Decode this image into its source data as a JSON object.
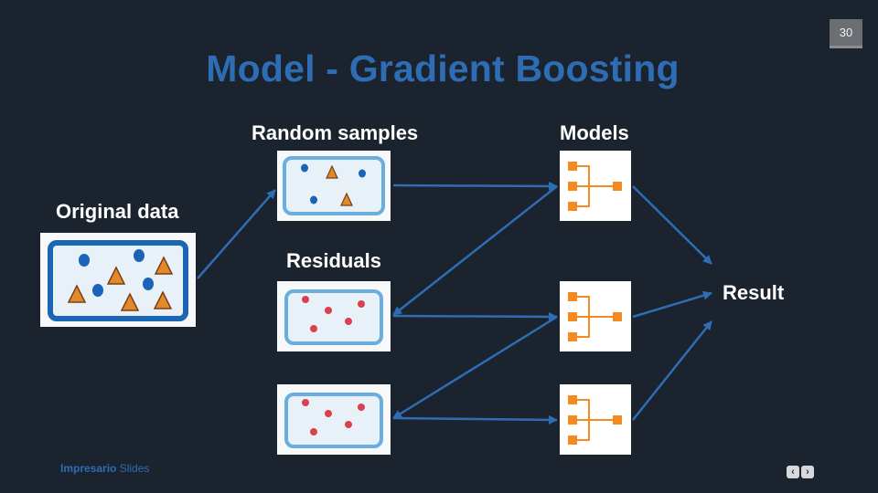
{
  "slide": {
    "number": "30",
    "title": "Model - Gradient Boosting"
  },
  "labels": {
    "original_data": "Original data",
    "random_samples": "Random samples",
    "residuals": "Residuals",
    "models": "Models",
    "result": "Result"
  },
  "footer": {
    "brand": "Impresario",
    "product": "Slides"
  },
  "nav": {
    "prev_icon": "‹",
    "next_icon": "›"
  },
  "colors": {
    "background": "#1b232e",
    "title": "#2e6db4",
    "arrow": "#2e6db4",
    "blue_dot": "#1a63b8",
    "triangle_fill": "#e08a2c",
    "triangle_stroke": "#7a3e12",
    "red_dot": "#d94050",
    "tree_node": "#f58a23"
  }
}
